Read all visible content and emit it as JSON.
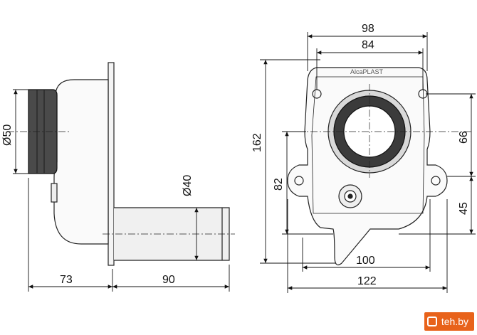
{
  "dimensions": {
    "side_length_left": "73",
    "side_length_right": "90",
    "inlet_diameter": "Ø50",
    "outlet_diameter": "Ø40",
    "front_width_outer": "98",
    "front_width_holes": "84",
    "front_height": "162",
    "front_outlet_height": "82",
    "front_inlet_offset": "66",
    "front_lug_offset": "45",
    "front_body_width": "100",
    "front_total_width": "122"
  },
  "logo_text": "AlcaPLAST",
  "watermark": {
    "text": "teh.by",
    "color": "#e8621a"
  }
}
